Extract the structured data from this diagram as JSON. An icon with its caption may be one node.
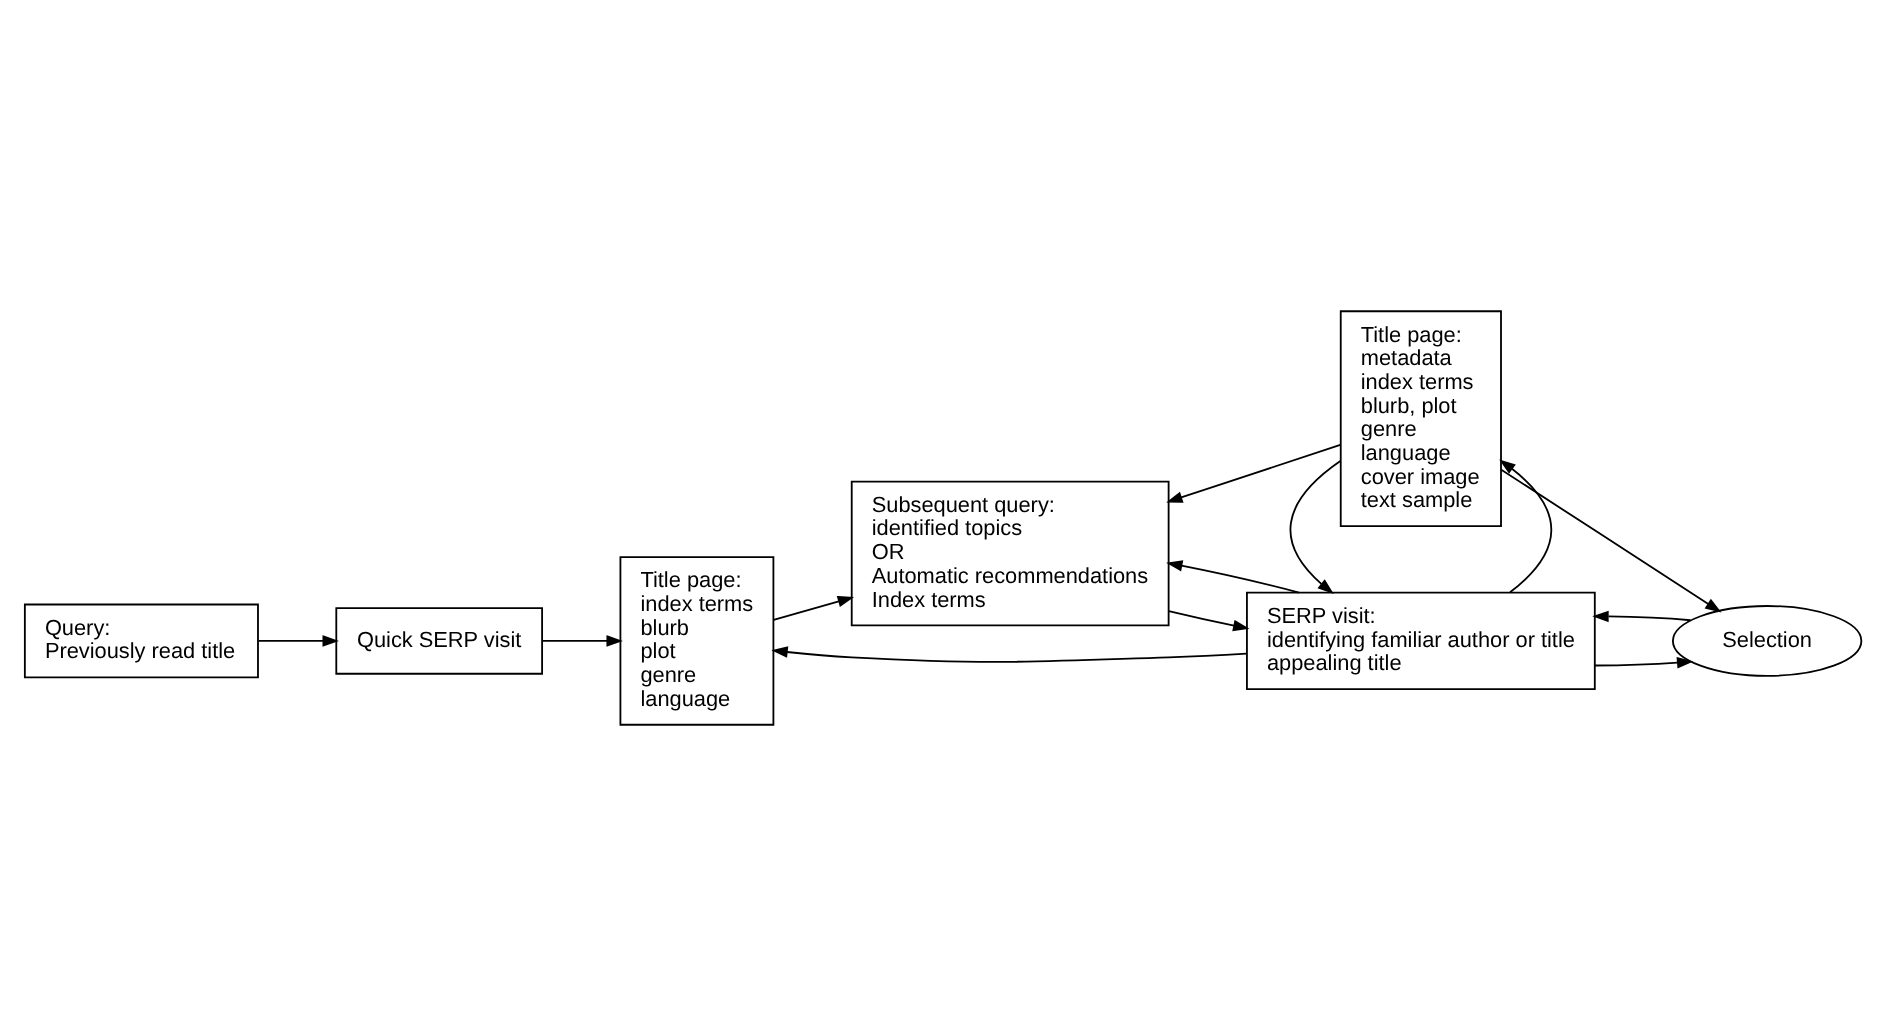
{
  "diagram": {
    "nodes": [
      {
        "text": [
          "Query:",
          "Previously read title"
        ]
      },
      {
        "text": [
          "Quick SERP visit"
        ]
      },
      {
        "text": [
          "Title page:",
          "index terms",
          "blurb",
          "plot",
          "genre",
          "language"
        ]
      },
      {
        "text": [
          "Subsequent query:",
          "identified topics",
          "OR",
          "Automatic recommendations",
          "Index terms"
        ]
      },
      {
        "text": [
          "SERP visit:",
          "identifying familiar author or title",
          "appealing title"
        ]
      },
      {
        "text": [
          "Selection"
        ]
      },
      {
        "text": [
          "Title page:",
          "metadata",
          "index terms",
          "blurb, plot",
          "genre",
          "language",
          "cover image",
          "text sample"
        ]
      }
    ],
    "edges": [
      {
        "from": 0,
        "to": 1,
        "arrow": "to"
      },
      {
        "from": 1,
        "to": 2,
        "arrow": "to"
      },
      {
        "from": 2,
        "to": 3,
        "arrow": "to"
      },
      {
        "from": 4,
        "to": 2,
        "arrow": "to"
      },
      {
        "from": 4,
        "to": 3,
        "arrow": "to"
      },
      {
        "from": 3,
        "to": 4,
        "arrow": "to"
      },
      {
        "from": 4,
        "to": 5,
        "arrow": "to"
      },
      {
        "from": 5,
        "to": 4,
        "arrow": "to"
      },
      {
        "from": 6,
        "to": 3,
        "arrow": "to"
      },
      {
        "from": 4,
        "to": 6,
        "arrow": "to"
      },
      {
        "from": 6,
        "to": 4,
        "arrow": "to"
      },
      {
        "from": 6,
        "to": 5,
        "arrow": "to"
      }
    ]
  }
}
